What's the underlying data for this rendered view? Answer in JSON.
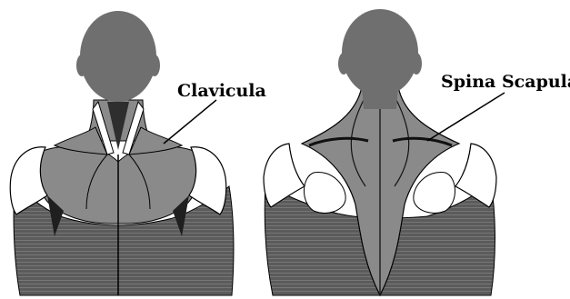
{
  "labels": {
    "front": "Clavicula",
    "back": "Spina Scapula"
  },
  "colors": {
    "head": "#6f6f6f",
    "muscle_gray": "#8a8a8a",
    "dark_stripes": "#5b5b5b",
    "line": "#000000",
    "white": "#ffffff"
  },
  "icons": {
    "front_figure": "front-torso-figure",
    "back_figure": "back-torso-figure"
  }
}
